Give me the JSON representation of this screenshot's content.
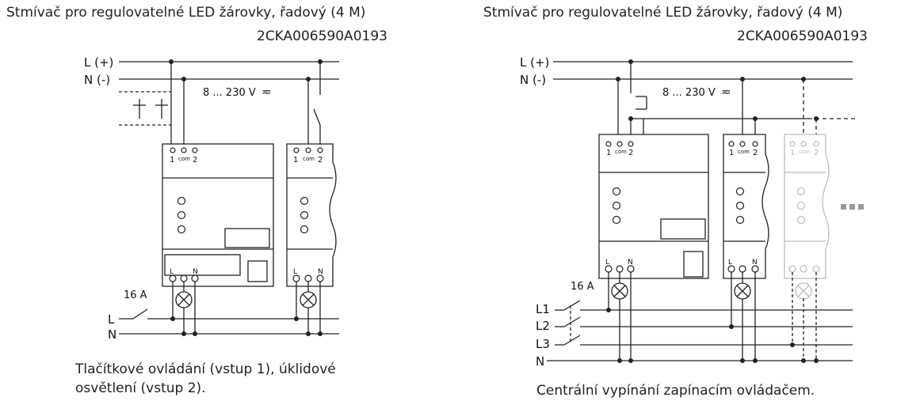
{
  "left": {
    "title": "Stmívač pro regulovatelné LED žárovky, řadový (4 M)",
    "code": "2CKA006590A0193",
    "bus_L": "L (+)",
    "bus_N": "N (-)",
    "voltage": "8 ... 230 V",
    "voltage_symbol": "≂",
    "terminal_1": "1",
    "terminal_com": "com",
    "terminal_2": "2",
    "out_L": "L",
    "out_N": "N",
    "fuse": "16 A",
    "supply_L": "L",
    "supply_N": "N",
    "caption_line1": "Tlačítkové ovládání (vstup 1), úklidové",
    "caption_line2": "osvětlení (vstup 2)."
  },
  "right": {
    "title": "Stmívač pro regulovatelné LED žárovky, řadový (4 M)",
    "code": "2CKA006590A0193",
    "bus_L": "L (+)",
    "bus_N": "N (-)",
    "voltage": "8 ... 230 V",
    "voltage_symbol": "≂",
    "terminal_1": "1",
    "terminal_com": "com",
    "terminal_2": "2",
    "out_L": "L",
    "out_N": "N",
    "fuse": "16 A",
    "supply_L1": "L1",
    "supply_L2": "L2",
    "supply_L3": "L3",
    "supply_N": "N",
    "caption": "Centrální vypínání zapínacím ovládačem."
  }
}
